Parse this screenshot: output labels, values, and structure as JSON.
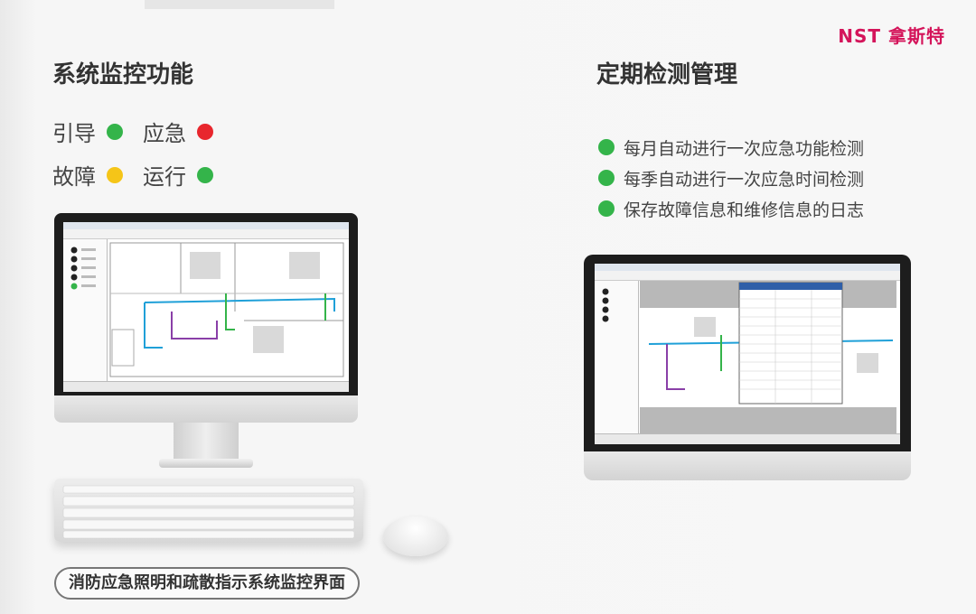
{
  "brand": {
    "logo_text": "NST 拿斯特",
    "accent_color": "#d4145a"
  },
  "left": {
    "title": "系统监控功能",
    "statuses": [
      {
        "label": "引导",
        "color": "#34b44a"
      },
      {
        "label": "应急",
        "color": "#e8262d"
      },
      {
        "label": "故障",
        "color": "#f5c518"
      },
      {
        "label": "运行",
        "color": "#34b44a"
      }
    ],
    "caption": "消防应急照明和疏散指示系统监控界面"
  },
  "right": {
    "title": "定期检测管理",
    "bullets": [
      {
        "text": "每月自动进行一次应急功能检测",
        "color": "#34b44a"
      },
      {
        "text": "每季自动进行一次应急时间检测",
        "color": "#34b44a"
      },
      {
        "text": "保存故障信息和维修信息的日志",
        "color": "#34b44a"
      }
    ]
  }
}
